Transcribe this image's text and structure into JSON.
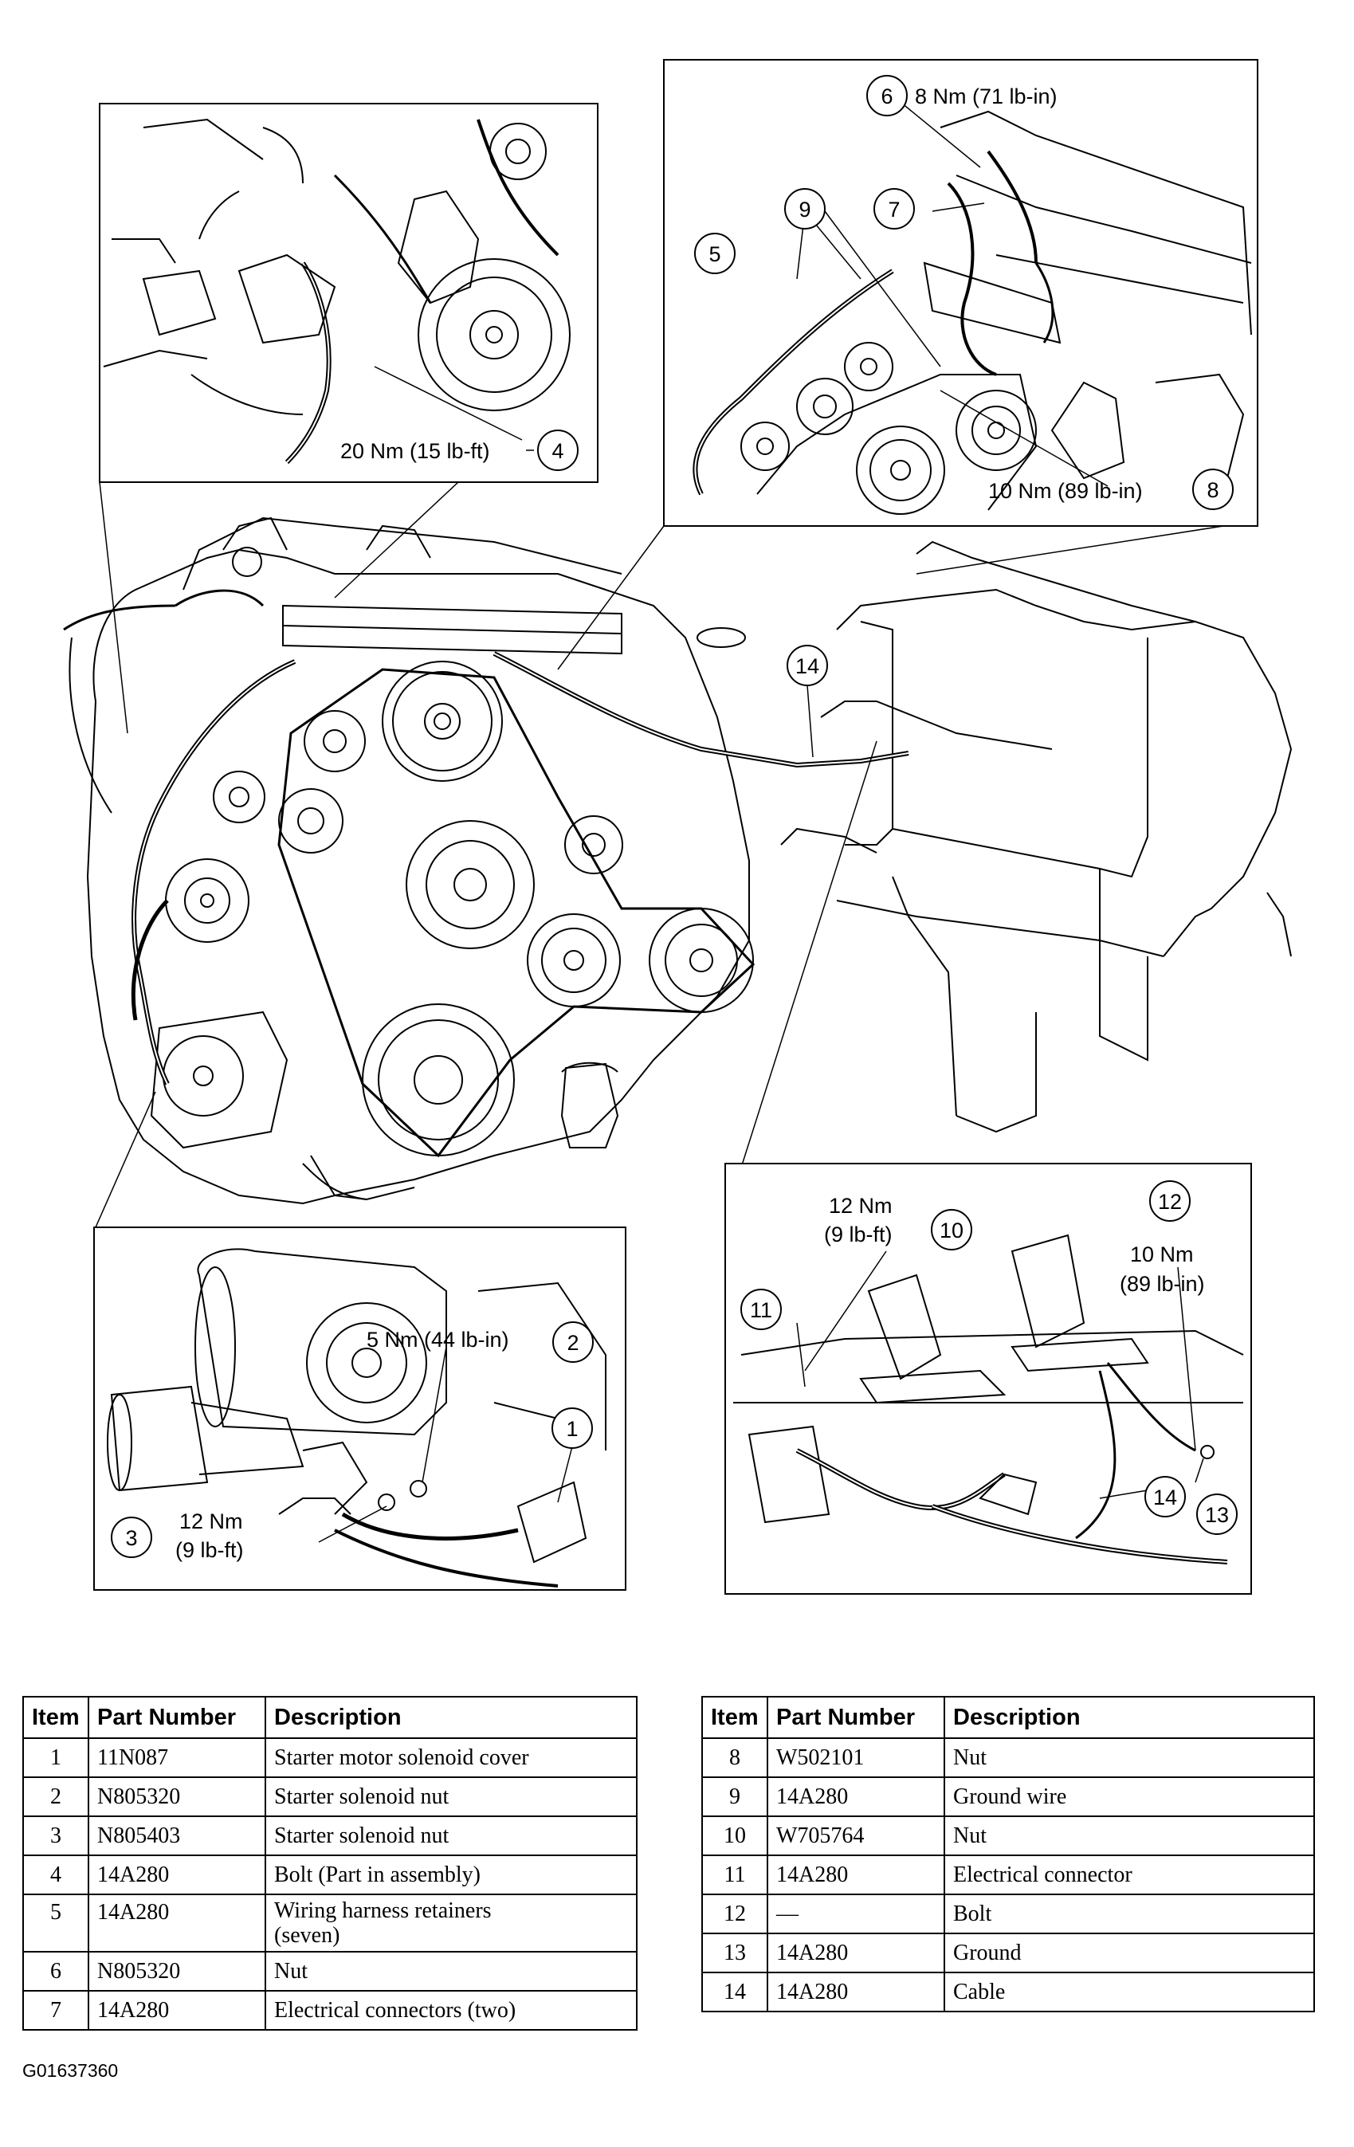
{
  "callouts": {
    "c1": "1",
    "c2": "2",
    "c3": "3",
    "c4": "4",
    "c5": "5",
    "c6": "6",
    "c7": "7",
    "c8": "8",
    "c9": "9",
    "c10": "10",
    "c11": "11",
    "c12": "12",
    "c13": "13",
    "c14": "14",
    "c14b": "14"
  },
  "torques": {
    "t4": "20 Nm (15 lb-ft)",
    "t6": "8 Nm (71 lb-in)",
    "t8": "10 Nm (89 lb-in)",
    "t2": "5 Nm (44 lb-in)",
    "t3_line1": "12 Nm",
    "t3_line2": "(9 lb-ft)",
    "t10_line1": "12 Nm",
    "t10_line2": "(9 lb-ft)",
    "t12_line1": "10 Nm",
    "t12_line2": "(89 lb-in)"
  },
  "table_headers": {
    "item": "Item",
    "part_number": "Part Number",
    "description": "Description"
  },
  "table_left": [
    {
      "item": "1",
      "part": "11N087",
      "desc": "Starter motor solenoid cover"
    },
    {
      "item": "2",
      "part": "N805320",
      "desc": "Starter solenoid nut"
    },
    {
      "item": "3",
      "part": "N805403",
      "desc": "Starter solenoid nut"
    },
    {
      "item": "4",
      "part": "14A280",
      "desc": "Bolt (Part in assembly)"
    },
    {
      "item": "5",
      "part": "14A280",
      "desc": "Wiring harness retainers",
      "desc2": "(seven)"
    },
    {
      "item": "6",
      "part": "N805320",
      "desc": "Nut"
    },
    {
      "item": "7",
      "part": "14A280",
      "desc": "Electrical connectors (two)"
    }
  ],
  "table_right": [
    {
      "item": "8",
      "part": "W502101",
      "desc": "Nut"
    },
    {
      "item": "9",
      "part": "14A280",
      "desc": "Ground wire"
    },
    {
      "item": "10",
      "part": "W705764",
      "desc": "Nut"
    },
    {
      "item": "11",
      "part": "14A280",
      "desc": "Electrical connector"
    },
    {
      "item": "12",
      "part": "—",
      "desc": "Bolt"
    },
    {
      "item": "13",
      "part": "14A280",
      "desc": "Ground"
    },
    {
      "item": "14",
      "part": "14A280",
      "desc": "Cable"
    }
  ],
  "figure_id": "G01637360"
}
